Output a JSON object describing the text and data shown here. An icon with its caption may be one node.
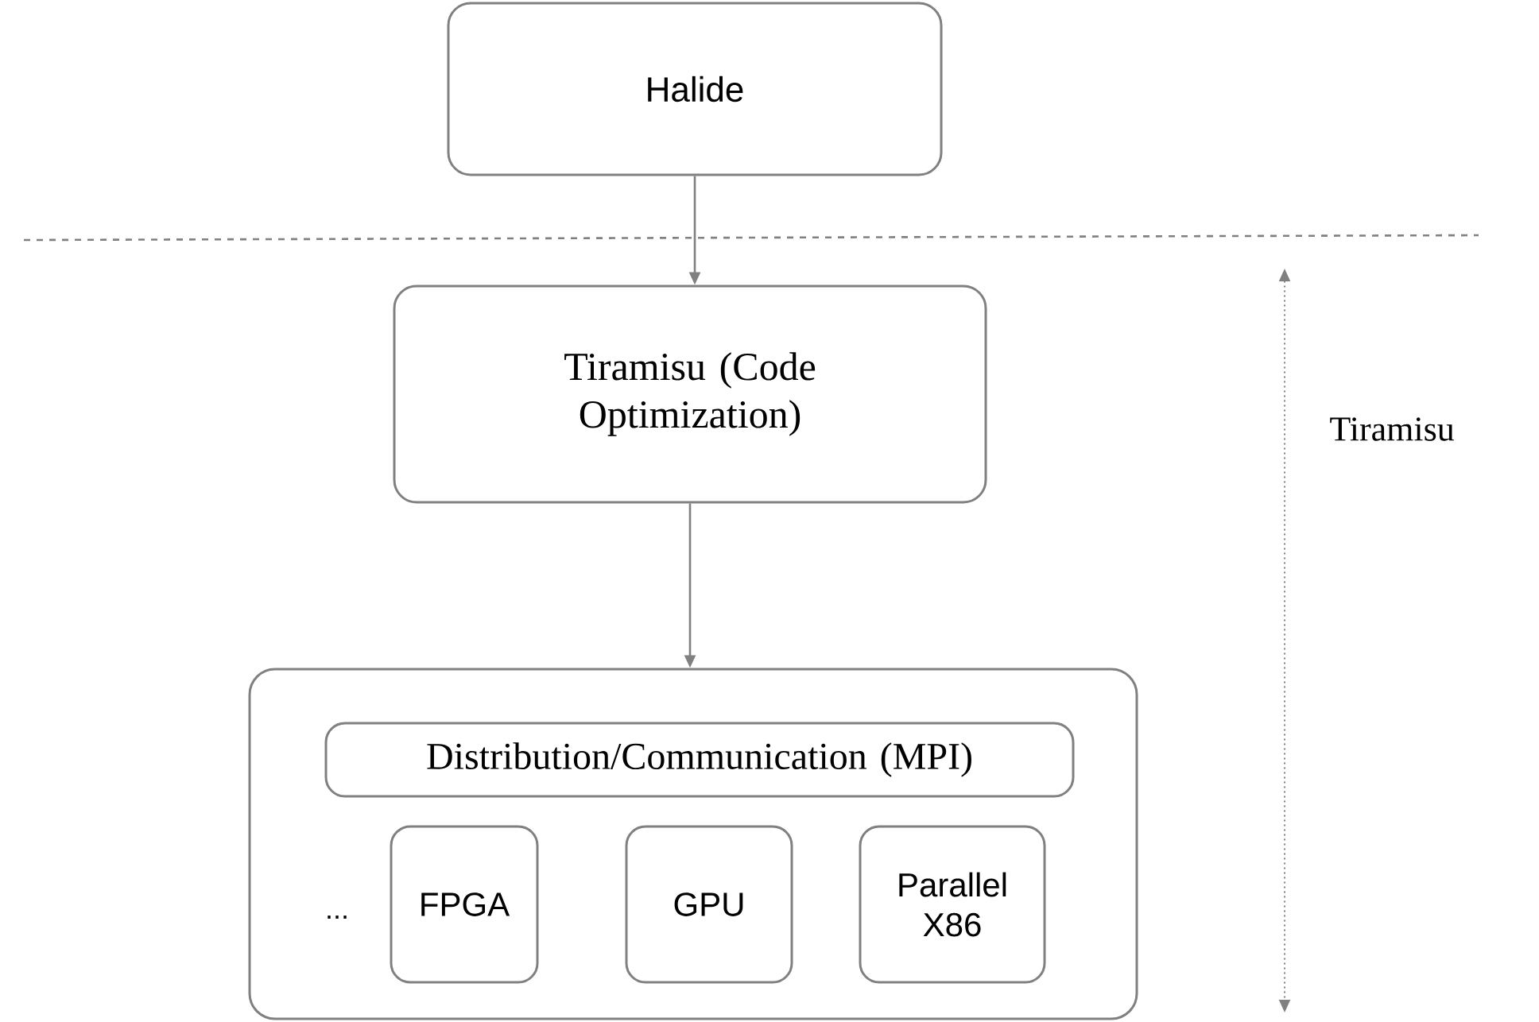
{
  "diagram": {
    "nodes": [
      {
        "text": [
          "Halide"
        ]
      },
      {
        "text": [
          "Tiramisu (Code Optimization)"
        ]
      },
      {
        "text": [],
        "shape": "box"
      },
      {
        "text": [
          "Distribution/Communication (MPI)"
        ],
        "in": 2
      },
      {
        "text": [
          "FPGA"
        ],
        "in": 2
      },
      {
        "text": [
          "GPU"
        ],
        "in": 2
      },
      {
        "text": [
          "Parallel X86"
        ],
        "in": 2
      }
    ],
    "edges": [
      {
        "from": 0,
        "to": 1,
        "arrow": "to"
      },
      {
        "from": 1,
        "to": 2,
        "arrow": "to"
      }
    ],
    "labels": [
      "Tiramisu",
      "..."
    ]
  }
}
